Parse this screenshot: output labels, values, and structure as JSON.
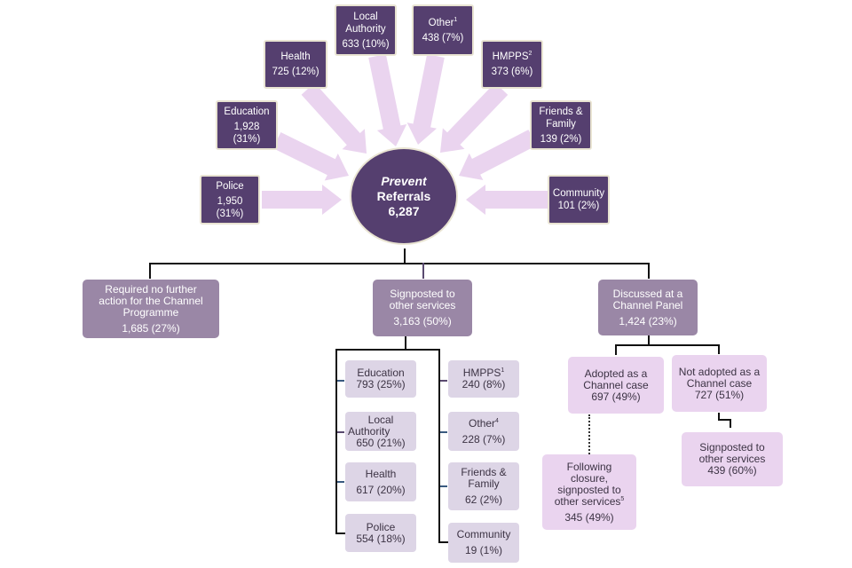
{
  "hub": {
    "label_italic": "Prevent",
    "label": "Referrals",
    "total": "6,287"
  },
  "sources": [
    {
      "id": "police",
      "name": "Police",
      "count": "1,950",
      "pct": "(31%)"
    },
    {
      "id": "education",
      "name": "Education",
      "count": "1,928",
      "pct": "(31%)"
    },
    {
      "id": "health",
      "name": "Health",
      "value": "725 (12%)"
    },
    {
      "id": "local-authority",
      "name_l1": "Local",
      "name_l2": "Authority",
      "value": "633 (10%)"
    },
    {
      "id": "other",
      "name": "Other",
      "sup": "1",
      "value": "438 (7%)"
    },
    {
      "id": "hmpps",
      "name": "HMPPS",
      "sup": "2",
      "value": "373 (6%)"
    },
    {
      "id": "friends-family",
      "name_l1": "Friends &",
      "name_l2": "Family",
      "value": "139 (2%)"
    },
    {
      "id": "community",
      "name": "Community",
      "value": "101 (2%)"
    }
  ],
  "outcomes": {
    "no_further_action": {
      "l1": "Required no further",
      "l2": "action for the Channel",
      "l3": "Programme",
      "value": "1,685 (27%)"
    },
    "signposted": {
      "l1": "Signposted to",
      "l2": "other services",
      "value": "3,163 (50%)"
    },
    "channel_panel": {
      "l1": "Discussed at a",
      "l2": "Channel Panel",
      "value": "1,424 (23%)"
    }
  },
  "signposted_breakdown": {
    "left": [
      {
        "name": "Education",
        "value": "793 (25%)"
      },
      {
        "name_l1": "Local",
        "name_l2": "Authority",
        "value": "650 (21%)"
      },
      {
        "name": "Health",
        "value": "617 (20%)"
      },
      {
        "name": "Police",
        "value": "554 (18%)"
      }
    ],
    "right": [
      {
        "name": "HMPPS",
        "sup": "1",
        "value": "240 (8%)"
      },
      {
        "name": "Other",
        "sup": "4",
        "value": "228 (7%)"
      },
      {
        "name_l1": "Friends &",
        "name_l2": "Family",
        "value": "62 (2%)"
      },
      {
        "name": "Community",
        "value": "19 (1%)"
      }
    ]
  },
  "panel_breakdown": {
    "adopted": {
      "l1": "Adopted as a",
      "l2": "Channel case",
      "value": "697 (49%)"
    },
    "not_adopted": {
      "l1": "Not adopted as a",
      "l2": "Channel case",
      "value": "727 (51%)"
    },
    "following_closure": {
      "l1": "Following",
      "l2": "closure,",
      "l3": "signposted to",
      "l4": "other services",
      "sup": "5",
      "value": "345 (49%)"
    },
    "not_adopted_signposted": {
      "l1": "Signposted to",
      "l2": "other services",
      "value": "439 (60%)"
    }
  },
  "colors": {
    "source_box": "#553f6f",
    "arrow": "#ead4ef",
    "outcome_box": "#9a87a6",
    "sub_box": "#ddd5e6",
    "panel_sub_box": "#ead4ef"
  }
}
